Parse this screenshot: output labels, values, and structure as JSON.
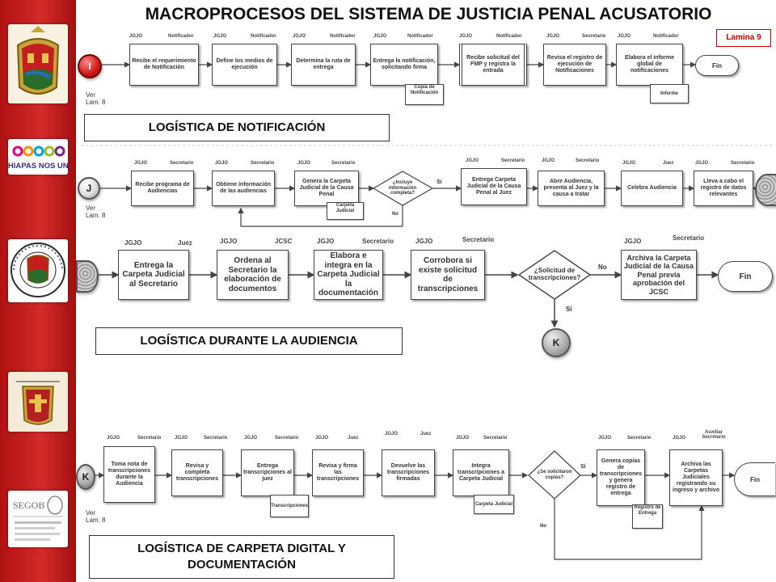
{
  "title": "MACROPROCESOS DEL SISTEMA DE JUSTICIA PENAL ACUSATORIO",
  "lamina": "Lamina 9",
  "colors": {
    "sidebar_red": "#c41e1e",
    "lamina_red": "#cc0000"
  },
  "sidebar_logos": [
    {
      "name": "chiapas-coat-of-arms"
    },
    {
      "name": "chiapas-nos-une",
      "text": "CHIAPAS NOS UNE"
    },
    {
      "name": "congreso-del-estado-seal"
    },
    {
      "name": "poder-judicial-logo"
    },
    {
      "name": "segob-logo",
      "text": "SEGOB"
    }
  ],
  "section1": {
    "connector": "I",
    "ref": [
      "Ver",
      "Lam. 8"
    ],
    "label": "LOGÍSTICA DE NOTIFICACIÓN",
    "lanes": [
      "JGJO",
      "Notificador",
      "JGJO",
      "Notificador",
      "JGJO",
      "Notificador",
      "JGJO",
      "Notificador",
      "JGJO",
      "Notificador",
      "JGJO",
      "Secretario",
      "JGJO",
      "Notificador"
    ],
    "steps": [
      "Recibe el requerimiento de Notificación",
      "Define los medios de ejecución",
      "Determina la ruta de entrega",
      "Entrega la notificación, solicitando firma",
      "Recibe solicitud del FMP y registra la entrada",
      "Revisa el registro de ejecución de Notificaciones",
      "Elabora el informe global de notificaciones"
    ],
    "docs": [
      "Copia de Notificación",
      "Informe"
    ],
    "end": "Fin"
  },
  "section2": {
    "connector": "J",
    "ref": [
      "Ver",
      "Lam. 8"
    ],
    "lanes": [
      "JGJO",
      "Secretario",
      "JGJO",
      "Secretario",
      "JGJO",
      "Secretario",
      "JGJO",
      "Secretario",
      "JGJO",
      "Secretario",
      "JGJO",
      "Juez",
      "JGJO",
      "Secretario"
    ],
    "steps_a": [
      "Recibe programa de Audiencias",
      "Obtiene información de las audiencias",
      "Genera la Carpeta Judicial de la Causa Penal"
    ],
    "decision": "¿Incluye información completa?",
    "decision_yes": "Sí",
    "decision_no": "No",
    "doc": "Carpeta Judicial",
    "steps_b": [
      "Entrega Carpeta Judicial de la Causa Penal al Juez",
      "Abre Audiencia, presenta al Juez y la causa a tratar",
      "Celebra Audiencia",
      "Lleva a cabo el registro de datos relevantes"
    ]
  },
  "section3": {
    "label": "LOGÍSTICA DURANTE LA AUDIENCIA",
    "lanes": [
      "JGJO",
      "Juez",
      "JGJO",
      "JCSC",
      "JGJO",
      "Secretario",
      "JGJO",
      "Secretario",
      "JGJO",
      "Secretario"
    ],
    "steps": [
      "Entrega la Carpeta Judicial al Secretario",
      "Ordena al Secretario la elaboración de documentos",
      "Elabora e integra en la Carpeta Judicial la documentación",
      "Corrobora si existe solicitud de transcripciones"
    ],
    "decision": "¿Solicitud de transcripciones?",
    "decision_no": "No",
    "decision_yes": "Sí",
    "archive": "Archiva la Carpeta Judicial de la Causa Penal previa aprobación del JCSC",
    "end": "Fin",
    "connector_out": "K"
  },
  "section4": {
    "connector": "K",
    "ref": [
      "Ver",
      "Lam. 8"
    ],
    "label_line1": "LOGÍSTICA DE CARPETA DIGITAL Y",
    "label_line2": "DOCUMENTACIÓN",
    "lanes": [
      "JGJO",
      "Secretario",
      "JGJO",
      "Secretario",
      "JGJO",
      "Secretario",
      "JGJO",
      "Juez",
      "JGJO",
      "Juez",
      "JGJO",
      "Secretario",
      "JGJO",
      "Secretario",
      "JGJO",
      "Auxiliar Secretario"
    ],
    "steps": [
      "Toma nota de transcripciones durante la Audiencia",
      "Revisa y completa transcripciones",
      "Entrega transcripciones al juez",
      "Revisa y firma las transcripciones",
      "Devuelve las transcripciones firmadas",
      "Integra transcripciones a Carpeta Judicial"
    ],
    "docs": [
      "Transcripciones",
      "Carpeta Judicial",
      "Registro de Entrega"
    ],
    "decision": "¿Se solicitaron copias?",
    "decision_yes": "Sí",
    "decision_no": "No",
    "copies": "Genera copias de transcripciones y genera registro de entrega",
    "archive": "Archiva las Carpetas Judiciales registrando su ingreso y archivo",
    "end": "Fin"
  }
}
